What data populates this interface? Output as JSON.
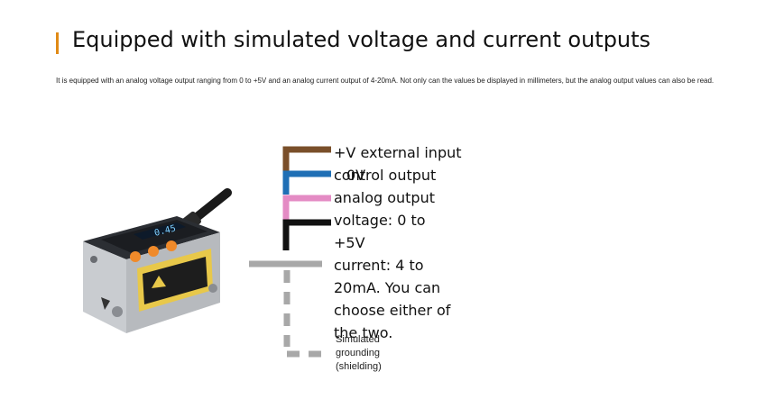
{
  "heading": {
    "title": "Equipped with simulated voltage and current outputs",
    "accent_color": "#e08a16"
  },
  "description": "It is equipped with an analog voltage output ranging from 0 to +5V and an analog current output of 4-20mA. Not only can the values be displayed in millimeters, but the analog output values can also be read.",
  "product": {
    "display_value": "0.45"
  },
  "wiring": {
    "wires": [
      {
        "color": "#7a4f2a",
        "label": "+V external input"
      },
      {
        "color": "#1f6fb5",
        "label": "control output"
      },
      {
        "color": "#e48bc4",
        "label": "analog output"
      },
      {
        "color": "#111111",
        "label": ""
      }
    ],
    "overlay_label": "0V",
    "analog_text_lines": [
      "voltage: 0 to +5V",
      "current: 4 to",
      "20mA. You can",
      "choose either of",
      "the two."
    ],
    "ground_lines": [
      "Simulated",
      "grounding",
      "(shielding)"
    ],
    "shield_color": "#a8a8a8"
  }
}
